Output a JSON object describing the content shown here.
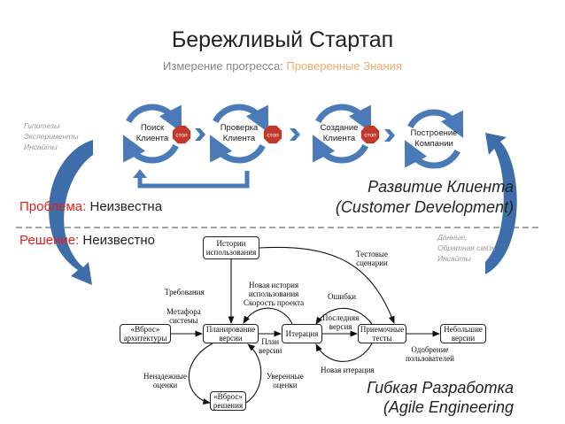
{
  "title": "Бережливый Стартап",
  "subtitle": {
    "label": "Измерение прогресса:",
    "value": "Проверенные Знания"
  },
  "colors": {
    "accent_blue": "#4a7ab8",
    "stop_red": "#c0392b",
    "problem_red": "#e02020",
    "subtitle_orange": "#f2a96b",
    "note_gray": "#9a9a9a"
  },
  "left_notes": [
    "Гипотезы",
    "Эксперименты",
    "Инсайты"
  ],
  "right_notes": [
    "Данные,",
    "Обратная связь",
    "Инсайты"
  ],
  "customer_dev": {
    "steps": [
      {
        "line1": "Поиск",
        "line2": "Клиента"
      },
      {
        "line1": "Проверка",
        "line2": "Клиента"
      },
      {
        "line1": "Создание",
        "line2": "Клиента"
      },
      {
        "line1": "Построение",
        "line2": "Компании"
      }
    ],
    "stop_label": "стоп",
    "title": "Развитие Клиента",
    "subtitle": "(Customer Development)"
  },
  "problem": {
    "label": "Проблема:",
    "value": "Неизвестна"
  },
  "solution": {
    "label": "Решение:",
    "value": "Неизвестно"
  },
  "agile": {
    "boxes": {
      "stories": [
        "Истории",
        "использования"
      ],
      "arch": [
        "«Вброс»",
        "архитектуры"
      ],
      "planning": [
        "Планирование",
        "версии"
      ],
      "iteration": [
        "Итерация"
      ],
      "acceptance": [
        "Приемочные",
        "тесты"
      ],
      "releases": [
        "Небольшие",
        "версии"
      ],
      "spike": [
        "«Вброс»",
        "решения"
      ]
    },
    "labels": {
      "requirements": "Требования",
      "metaphor": [
        "Метафора",
        "системы"
      ],
      "new_story": [
        "Новая история",
        "использования",
        "Скорость проекта"
      ],
      "bugs": "Ошибки",
      "latest_version": [
        "Последняя",
        "версия"
      ],
      "release_plan": [
        "План",
        "версии"
      ],
      "approval": [
        "Одобрение",
        "пользователей"
      ],
      "next_iteration": "Новая итерация",
      "uncertain": [
        "Ненадежные",
        "оценки"
      ],
      "confident": [
        "Уверенные",
        "оценки"
      ],
      "test_scenarios": [
        "Тестовые",
        "сценарии"
      ]
    },
    "title": "Гибкая Разработка",
    "subtitle": "(Agile Engineering"
  }
}
